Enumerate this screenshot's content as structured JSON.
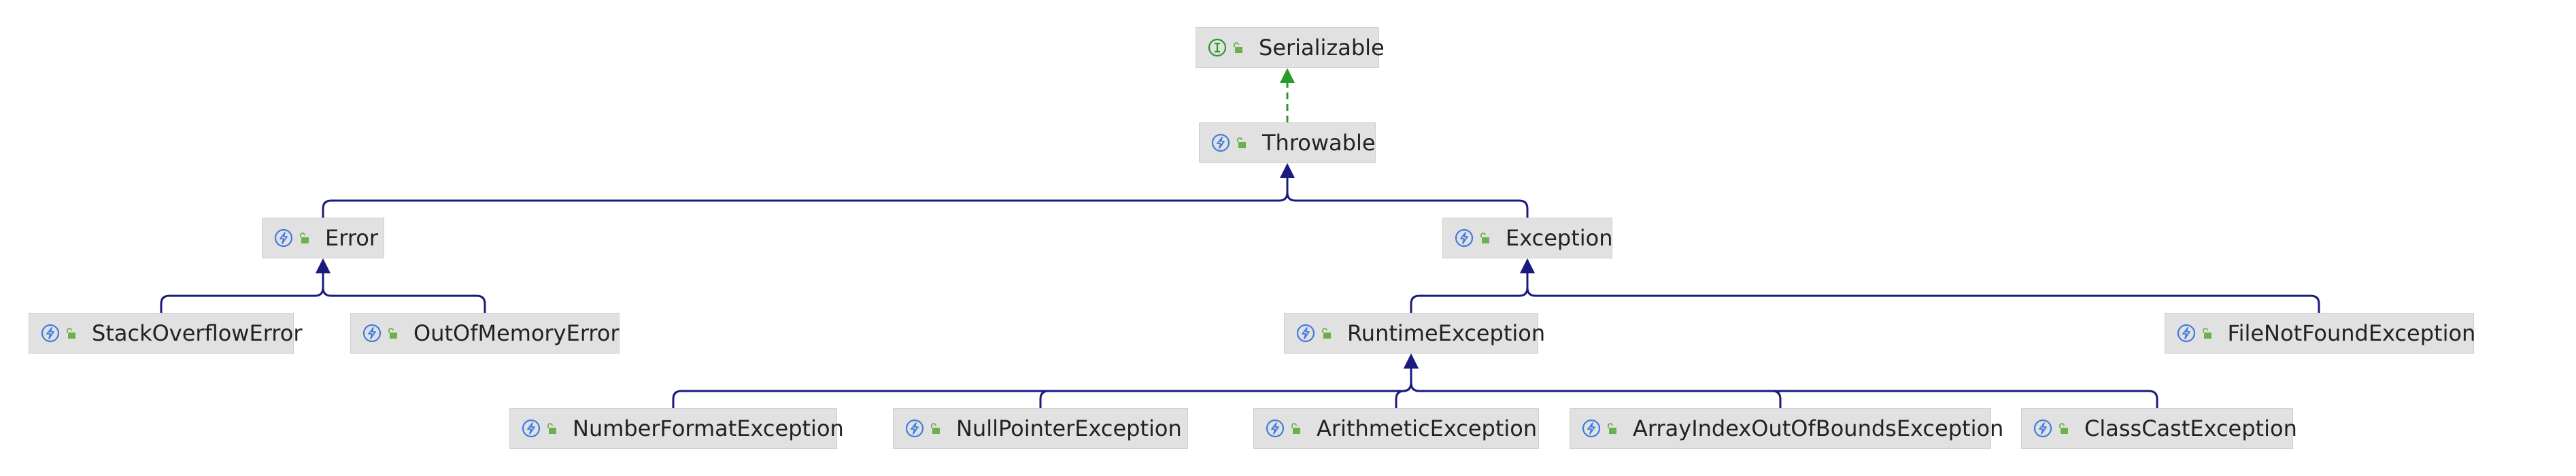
{
  "colors": {
    "node_fill": "#e1e1e1",
    "inherit_edge": "#1a1a80",
    "implements_edge": "#2a9a2a",
    "class_icon": "#3f7be0",
    "interface_icon": "#2a9a2a",
    "visibility_icon": "#6ab04c"
  },
  "nodes": [
    {
      "id": "serializable",
      "label": "Serializable",
      "kind": "interface",
      "icon": "interface-icon"
    },
    {
      "id": "throwable",
      "label": "Throwable",
      "kind": "class",
      "icon": "class-icon"
    },
    {
      "id": "error",
      "label": "Error",
      "kind": "class",
      "icon": "class-icon"
    },
    {
      "id": "exception",
      "label": "Exception",
      "kind": "class",
      "icon": "class-icon"
    },
    {
      "id": "stackoverflowerror",
      "label": "StackOverflowError",
      "kind": "class",
      "icon": "class-icon"
    },
    {
      "id": "outofmemoryerror",
      "label": "OutOfMemoryError",
      "kind": "class",
      "icon": "class-icon"
    },
    {
      "id": "runtimeexception",
      "label": "RuntimeException",
      "kind": "class",
      "icon": "class-icon"
    },
    {
      "id": "filenotfoundexception",
      "label": "FileNotFoundException",
      "kind": "class",
      "icon": "class-icon"
    },
    {
      "id": "numberformatexception",
      "label": "NumberFormatException",
      "kind": "class",
      "icon": "class-icon"
    },
    {
      "id": "nullpointerexception",
      "label": "NullPointerException",
      "kind": "class",
      "icon": "class-icon"
    },
    {
      "id": "arithmeticexception",
      "label": "ArithmeticException",
      "kind": "class",
      "icon": "class-icon"
    },
    {
      "id": "arrayindexoutofboundsexception",
      "label": "ArrayIndexOutOfBoundsException",
      "kind": "class",
      "icon": "class-icon"
    },
    {
      "id": "classcastexception",
      "label": "ClassCastException",
      "kind": "class",
      "icon": "class-icon"
    }
  ],
  "edges": [
    {
      "from": "throwable",
      "to": "serializable",
      "type": "implements"
    },
    {
      "from": "error",
      "to": "throwable",
      "type": "extends"
    },
    {
      "from": "exception",
      "to": "throwable",
      "type": "extends"
    },
    {
      "from": "stackoverflowerror",
      "to": "error",
      "type": "extends"
    },
    {
      "from": "outofmemoryerror",
      "to": "error",
      "type": "extends"
    },
    {
      "from": "runtimeexception",
      "to": "exception",
      "type": "extends"
    },
    {
      "from": "filenotfoundexception",
      "to": "exception",
      "type": "extends"
    },
    {
      "from": "numberformatexception",
      "to": "runtimeexception",
      "type": "extends"
    },
    {
      "from": "nullpointerexception",
      "to": "runtimeexception",
      "type": "extends"
    },
    {
      "from": "arithmeticexception",
      "to": "runtimeexception",
      "type": "extends"
    },
    {
      "from": "arrayindexoutofboundsexception",
      "to": "runtimeexception",
      "type": "extends"
    },
    {
      "from": "classcastexception",
      "to": "runtimeexception",
      "type": "extends"
    }
  ]
}
